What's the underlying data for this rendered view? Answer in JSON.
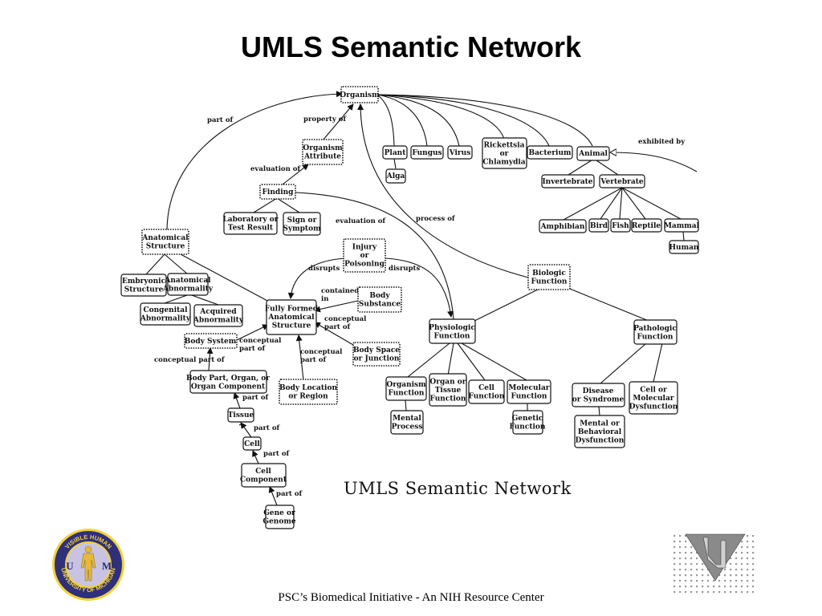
{
  "slide": {
    "title": "UMLS Semantic Network",
    "caption": "UMLS Semantic Network",
    "footer": "PSC’s Biomedical Initiative - An NIH Resource Center"
  },
  "logos": {
    "left": {
      "ring_top": "VISIBLE HUMAN",
      "ring_bottom": "UNIVERSITY OF MICHIGAN",
      "letter_left": "U",
      "letter_right": "M"
    }
  },
  "diagram": {
    "nodes": {
      "organism": [
        "Organism"
      ],
      "organism_attribute": [
        "Organism",
        "Attribute"
      ],
      "finding": [
        "Finding"
      ],
      "lab_test": [
        "Laboratory  or",
        "Test Result"
      ],
      "sign_symptom": [
        "Sign  or",
        "Symptom"
      ],
      "plant": [
        "Plant"
      ],
      "alga": [
        "Alga"
      ],
      "fungus": [
        "Fungus"
      ],
      "virus": [
        "Virus"
      ],
      "rickettsia": [
        "Rickettsia",
        "or",
        "Chlamydia"
      ],
      "bacterium": [
        "Bacterium"
      ],
      "animal": [
        "Animal"
      ],
      "invertebrate": [
        "Invertebrate"
      ],
      "vertebrate": [
        "Vertebrate"
      ],
      "amphibian": [
        "Amphibian"
      ],
      "bird": [
        "Bird"
      ],
      "fish": [
        "Fish"
      ],
      "reptile": [
        "Reptile"
      ],
      "mammal": [
        "Mammal"
      ],
      "human": [
        "Human"
      ],
      "anatomical_structure": [
        "Anatomical",
        "Structure"
      ],
      "embryonic_structure": [
        "Embryonic",
        "Structure"
      ],
      "anatomical_abnormality": [
        "Anatomical",
        "Abnormality"
      ],
      "congenital_abnormality": [
        "Congenital",
        "Abnormality"
      ],
      "acquired_abnormality": [
        "Acquired",
        "Abnormality"
      ],
      "fully_formed": [
        "Fully  Formed",
        "Anatomical",
        "Structure"
      ],
      "injury": [
        "Injury",
        "or",
        "Poisoning"
      ],
      "body_substance": [
        "Body",
        "Substance"
      ],
      "body_space": [
        "Body  Space",
        "or  Junction"
      ],
      "body_location": [
        "Body  Location",
        "or  Region"
      ],
      "body_system": [
        "Body  System"
      ],
      "body_part": [
        "Body  Part,  Organ,  or",
        "Organ  Component"
      ],
      "tissue": [
        "Tissue"
      ],
      "cell": [
        "Cell"
      ],
      "cell_component": [
        "Cell",
        "Component"
      ],
      "gene": [
        "Gene or",
        "Genome"
      ],
      "biologic_function": [
        "Biologic",
        "Function"
      ],
      "physiologic_function": [
        "Physiologic",
        "Function"
      ],
      "pathologic_function": [
        "Pathologic",
        "Function"
      ],
      "organism_function": [
        "Organism",
        "Function"
      ],
      "organ_tissue_function": [
        "Organ  or",
        "Tissue",
        "Function"
      ],
      "cell_function": [
        "Cell",
        "Function"
      ],
      "molecular_function": [
        "Molecular",
        "Function"
      ],
      "mental_process": [
        "Mental",
        "Process"
      ],
      "genetic_function": [
        "Genetic",
        "Function"
      ],
      "disease": [
        "Disease",
        "or  Syndrome"
      ],
      "cell_dysfunction": [
        "Cell  or",
        "Molecular",
        "Dysfunction"
      ],
      "mental_dysfunction": [
        "Mental  or",
        "Behavioral",
        "Dysfunction"
      ]
    },
    "edge_labels": {
      "part_of_top": "part of",
      "property_of": "property of",
      "exhibited_by": "exhibited by",
      "evaluation_of_1": "evaluation of",
      "evaluation_of_2": "evaluation of",
      "process_of": "process of",
      "disrupts_left": "disrupts",
      "disrupts_right": "disrupts",
      "contained_in": "contained\nin",
      "conceptual_part_of_1": "conceptual\npart of",
      "conceptual_part_of_2": "conceptual\npart of",
      "conceptual_part_of_3": "conceptual\npart of",
      "conceptual_part_of_4": "conceptual part of",
      "part_of_1": "part of",
      "part_of_2": "part of",
      "part_of_3": "part of",
      "part_of_4": "part of"
    }
  }
}
